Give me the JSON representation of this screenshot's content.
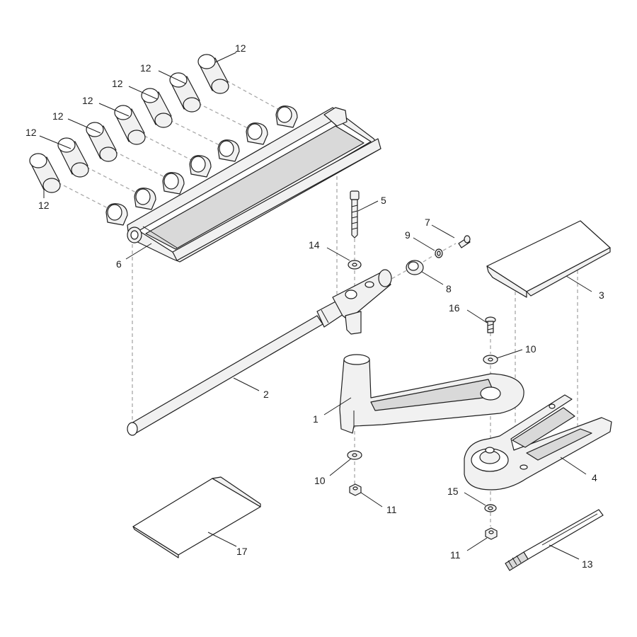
{
  "callouts": {
    "c1": "1",
    "c2": "2",
    "c3": "3",
    "c4": "4",
    "c5": "5",
    "c6": "6",
    "c7": "7",
    "c8": "8",
    "c9": "9",
    "c10a": "10",
    "c10b": "10",
    "c11a": "11",
    "c11b": "11",
    "c12a": "12",
    "c12b": "12",
    "c12c": "12",
    "c12d": "12",
    "c12e": "12",
    "c12f": "12",
    "c12g": "12",
    "c13": "13",
    "c14": "14",
    "c15": "15",
    "c16": "16",
    "c17": "17"
  }
}
